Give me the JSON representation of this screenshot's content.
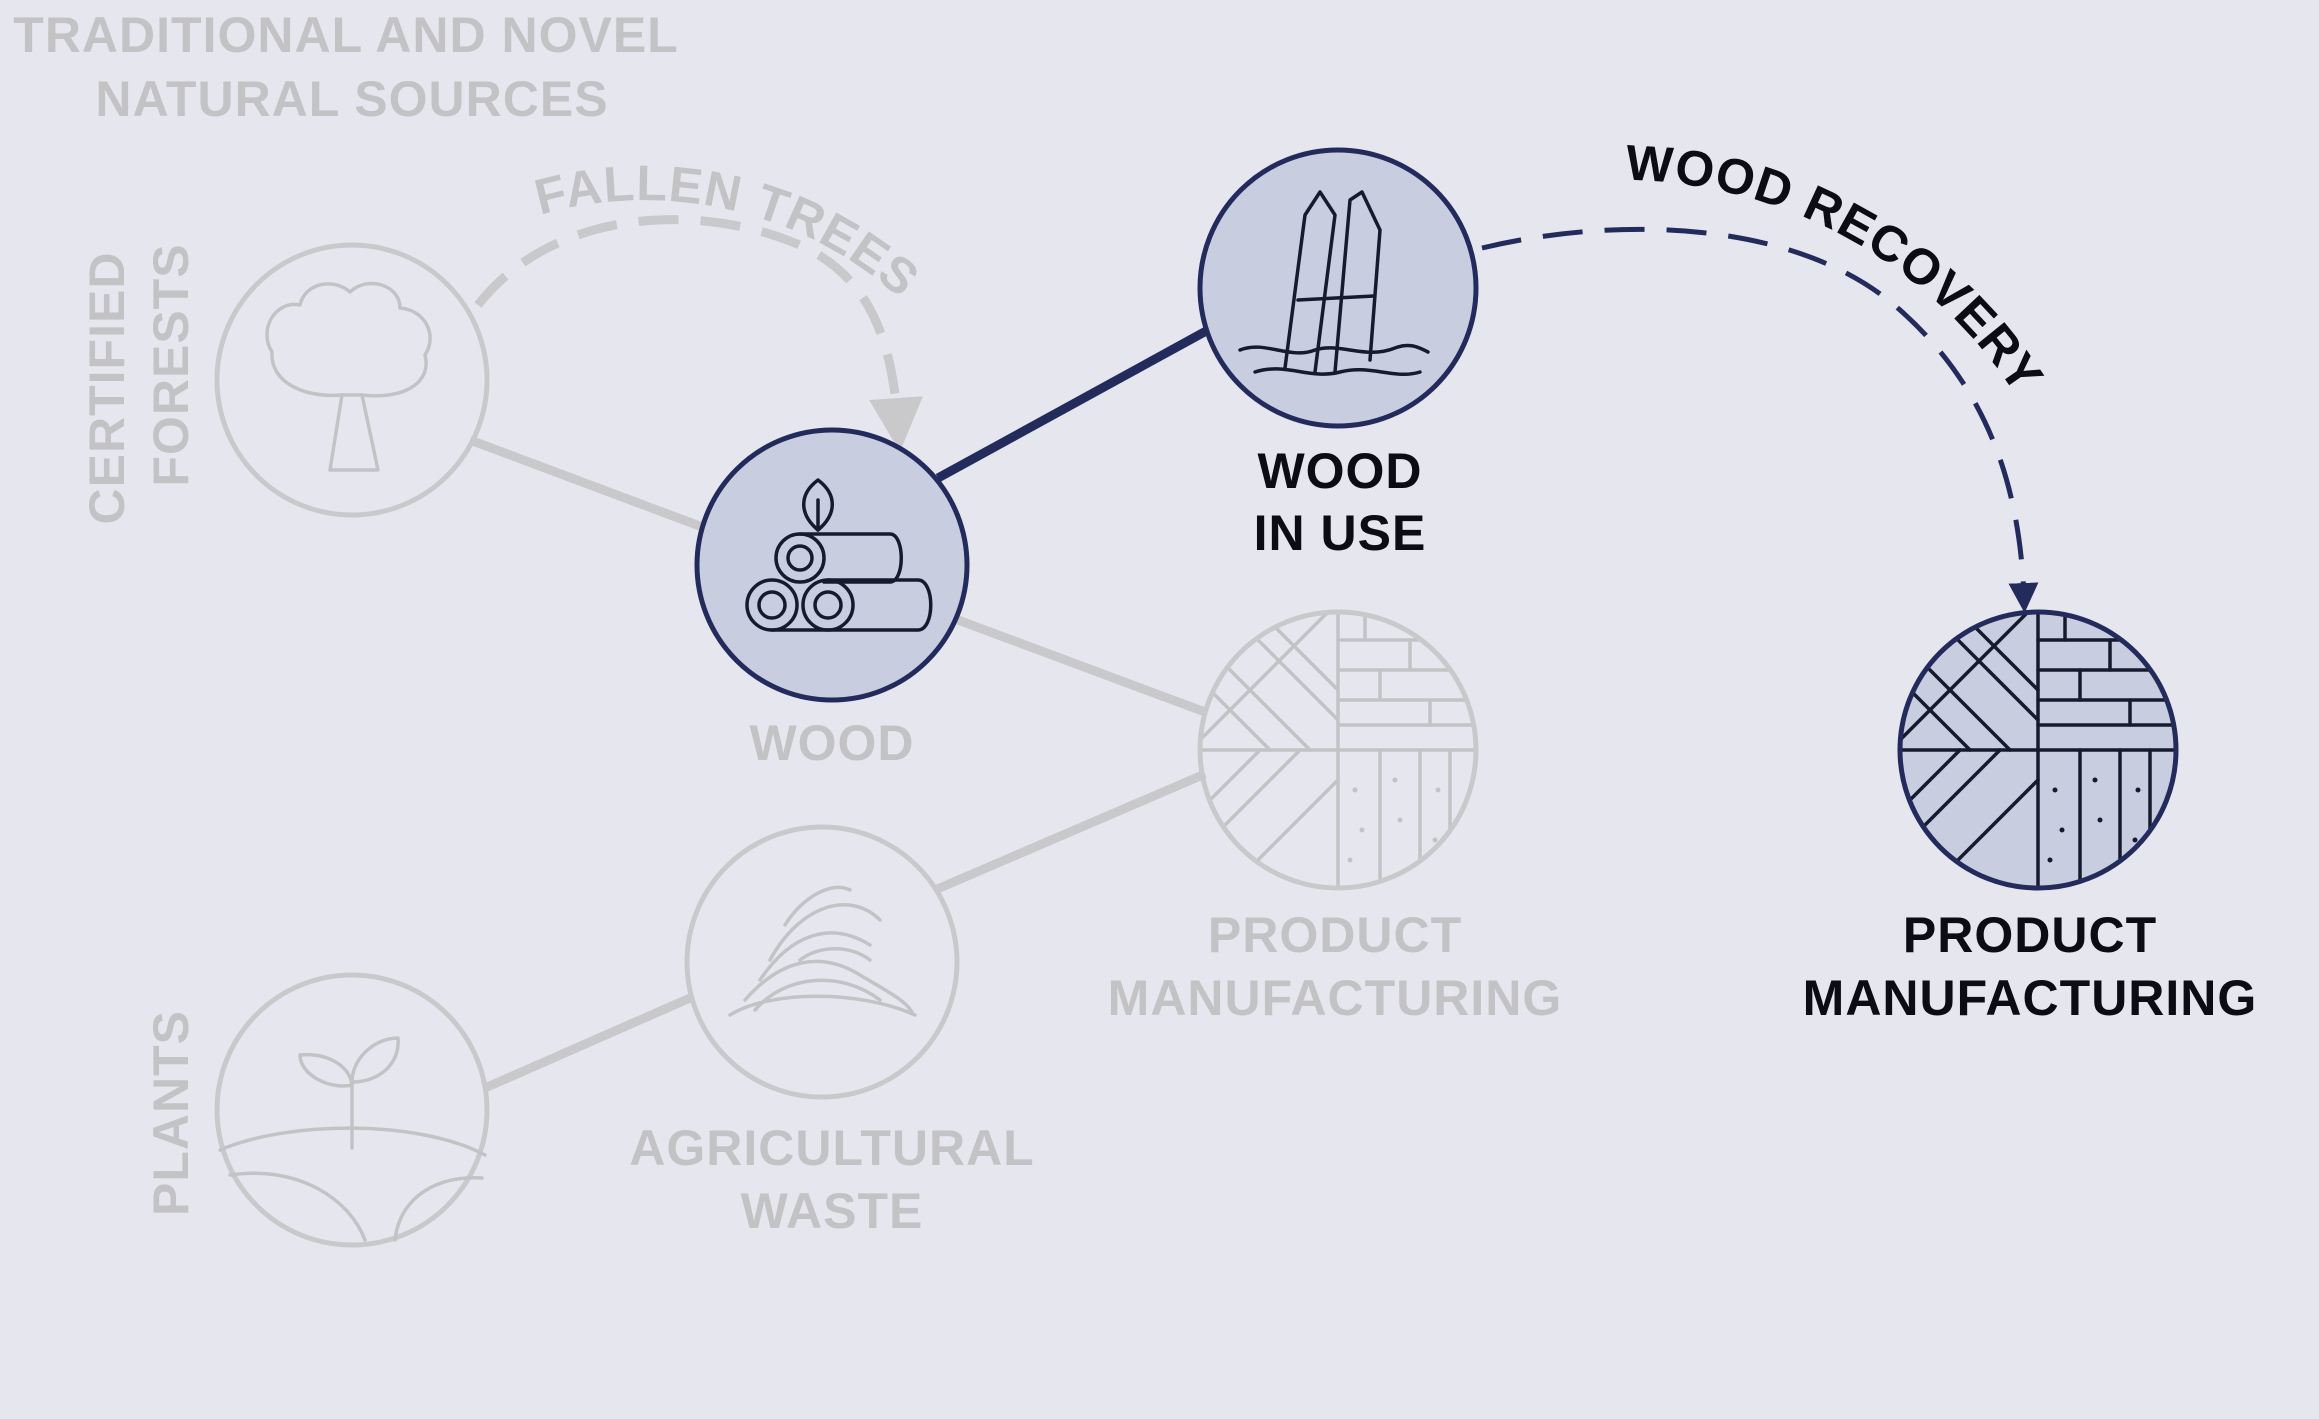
{
  "header": {
    "line1": "TRADITIONAL AND NOVEL",
    "line2": "NATURAL SOURCES"
  },
  "nodes": {
    "certified_forests": {
      "line1": "CERTIFIED",
      "line2": "FORESTS",
      "icon": "tree-icon"
    },
    "plants": {
      "label": "PLANTS",
      "icon": "sprout-icon"
    },
    "wood": {
      "label": "WOOD",
      "icon": "logs-icon"
    },
    "agricultural_waste": {
      "line1": "AGRICULTURAL",
      "line2": "WASTE",
      "icon": "straw-pile-icon"
    },
    "wood_in_use": {
      "line1": "WOOD",
      "line2": "IN USE",
      "icon": "building-icon"
    },
    "product_manufacturing_faded": {
      "line1": "PRODUCT",
      "line2": "MANUFACTURING",
      "icon": "wood-patterns-icon"
    },
    "product_manufacturing_active": {
      "line1": "PRODUCT",
      "line2": "MANUFACTURING",
      "icon": "wood-patterns-icon"
    }
  },
  "arrows": {
    "fallen_trees": "FALLEN TREES",
    "wood_recovery": "WOOD RECOVERY"
  },
  "colors": {
    "background": "#e6e7ee",
    "active_stroke": "#232b5c",
    "active_fill": "#c8cee0",
    "faded": "#c9c9cc",
    "active_text": "#0c0c14"
  }
}
